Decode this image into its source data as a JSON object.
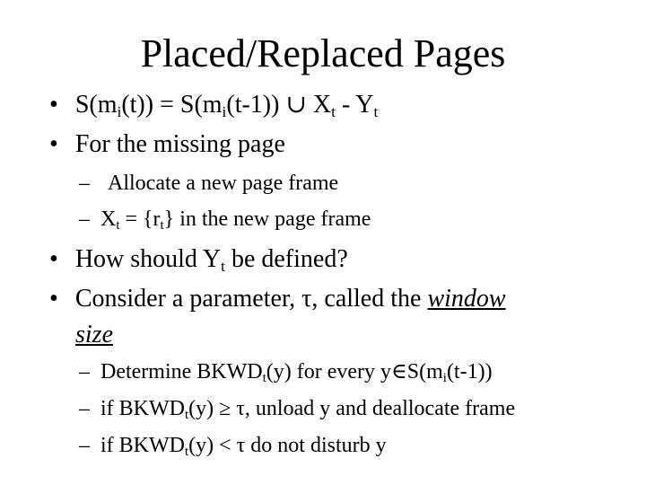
{
  "title": "Placed/Replaced Pages",
  "bullet_symbol": "•",
  "dash_symbol": "–",
  "items": [
    {
      "t1": "S(m",
      "s1": "i",
      "t2": "(t)) = S(m",
      "s2": "i",
      "t3": "(t-1)) ∪ X",
      "s3": "t",
      "t4": " - Y",
      "s4": "t"
    },
    {
      "text": "For the missing page"
    },
    {
      "text": "Allocate a new page frame"
    },
    {
      "t1": "X",
      "s1": "t",
      "t2": " = {r",
      "s2": "t",
      "t3": "} in the new page frame"
    },
    {
      "t1": "How should Y",
      "s1": "t",
      "t2": " be defined?"
    },
    {
      "t1": "Consider a parameter, τ, called the ",
      "em": "window"
    },
    {
      "em": "size"
    },
    {
      "t1": "Determine BKWD",
      "s1": "t",
      "t2": "(y) for every y∈S(m",
      "s2": "i",
      "t3": "(t-1))"
    },
    {
      "t1": "if BKWD",
      "s1": "t",
      "t2": "(y) ≥ τ, unload y and deallocate frame"
    },
    {
      "t1": "if BKWD",
      "s1": "t",
      "t2": "(y) < τ do not disturb y"
    }
  ]
}
